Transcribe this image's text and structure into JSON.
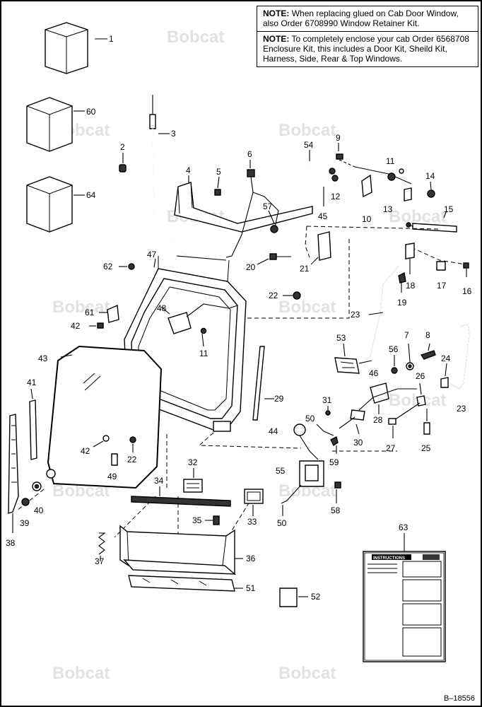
{
  "watermark": "Bobcat",
  "notes": [
    {
      "prefix": "NOTE:",
      "text": "When replacing glued on Cab Door Window, also Order 6708990 Window Retainer Kit."
    },
    {
      "prefix": "NOTE:",
      "text": "To completely enclose your cab Order 6568708 Enclosure Kit, this includes a Door Kit, Sheild Kit, Harness, Side, Rear & Top Windows."
    }
  ],
  "instruction_sheet": {
    "title": "INSTRUCTIONS"
  },
  "figure_ref": "B–18556",
  "callouts": [
    "1",
    "60",
    "64",
    "2",
    "3",
    "4",
    "5",
    "6",
    "54",
    "9",
    "11",
    "12",
    "10",
    "14",
    "13",
    "15",
    "57",
    "45",
    "62",
    "47",
    "20",
    "21",
    "18",
    "17",
    "16",
    "22",
    "19",
    "61",
    "42",
    "48",
    "11",
    "23",
    "53",
    "46",
    "56",
    "7",
    "8",
    "24",
    "43",
    "41",
    "29",
    "26",
    "23",
    "31",
    "50",
    "28",
    "44",
    "27",
    "25",
    "42",
    "22",
    "30",
    "59",
    "55",
    "49",
    "32",
    "34",
    "33",
    "58",
    "39",
    "40",
    "35",
    "38",
    "37",
    "36",
    "50",
    "63",
    "51",
    "52"
  ]
}
